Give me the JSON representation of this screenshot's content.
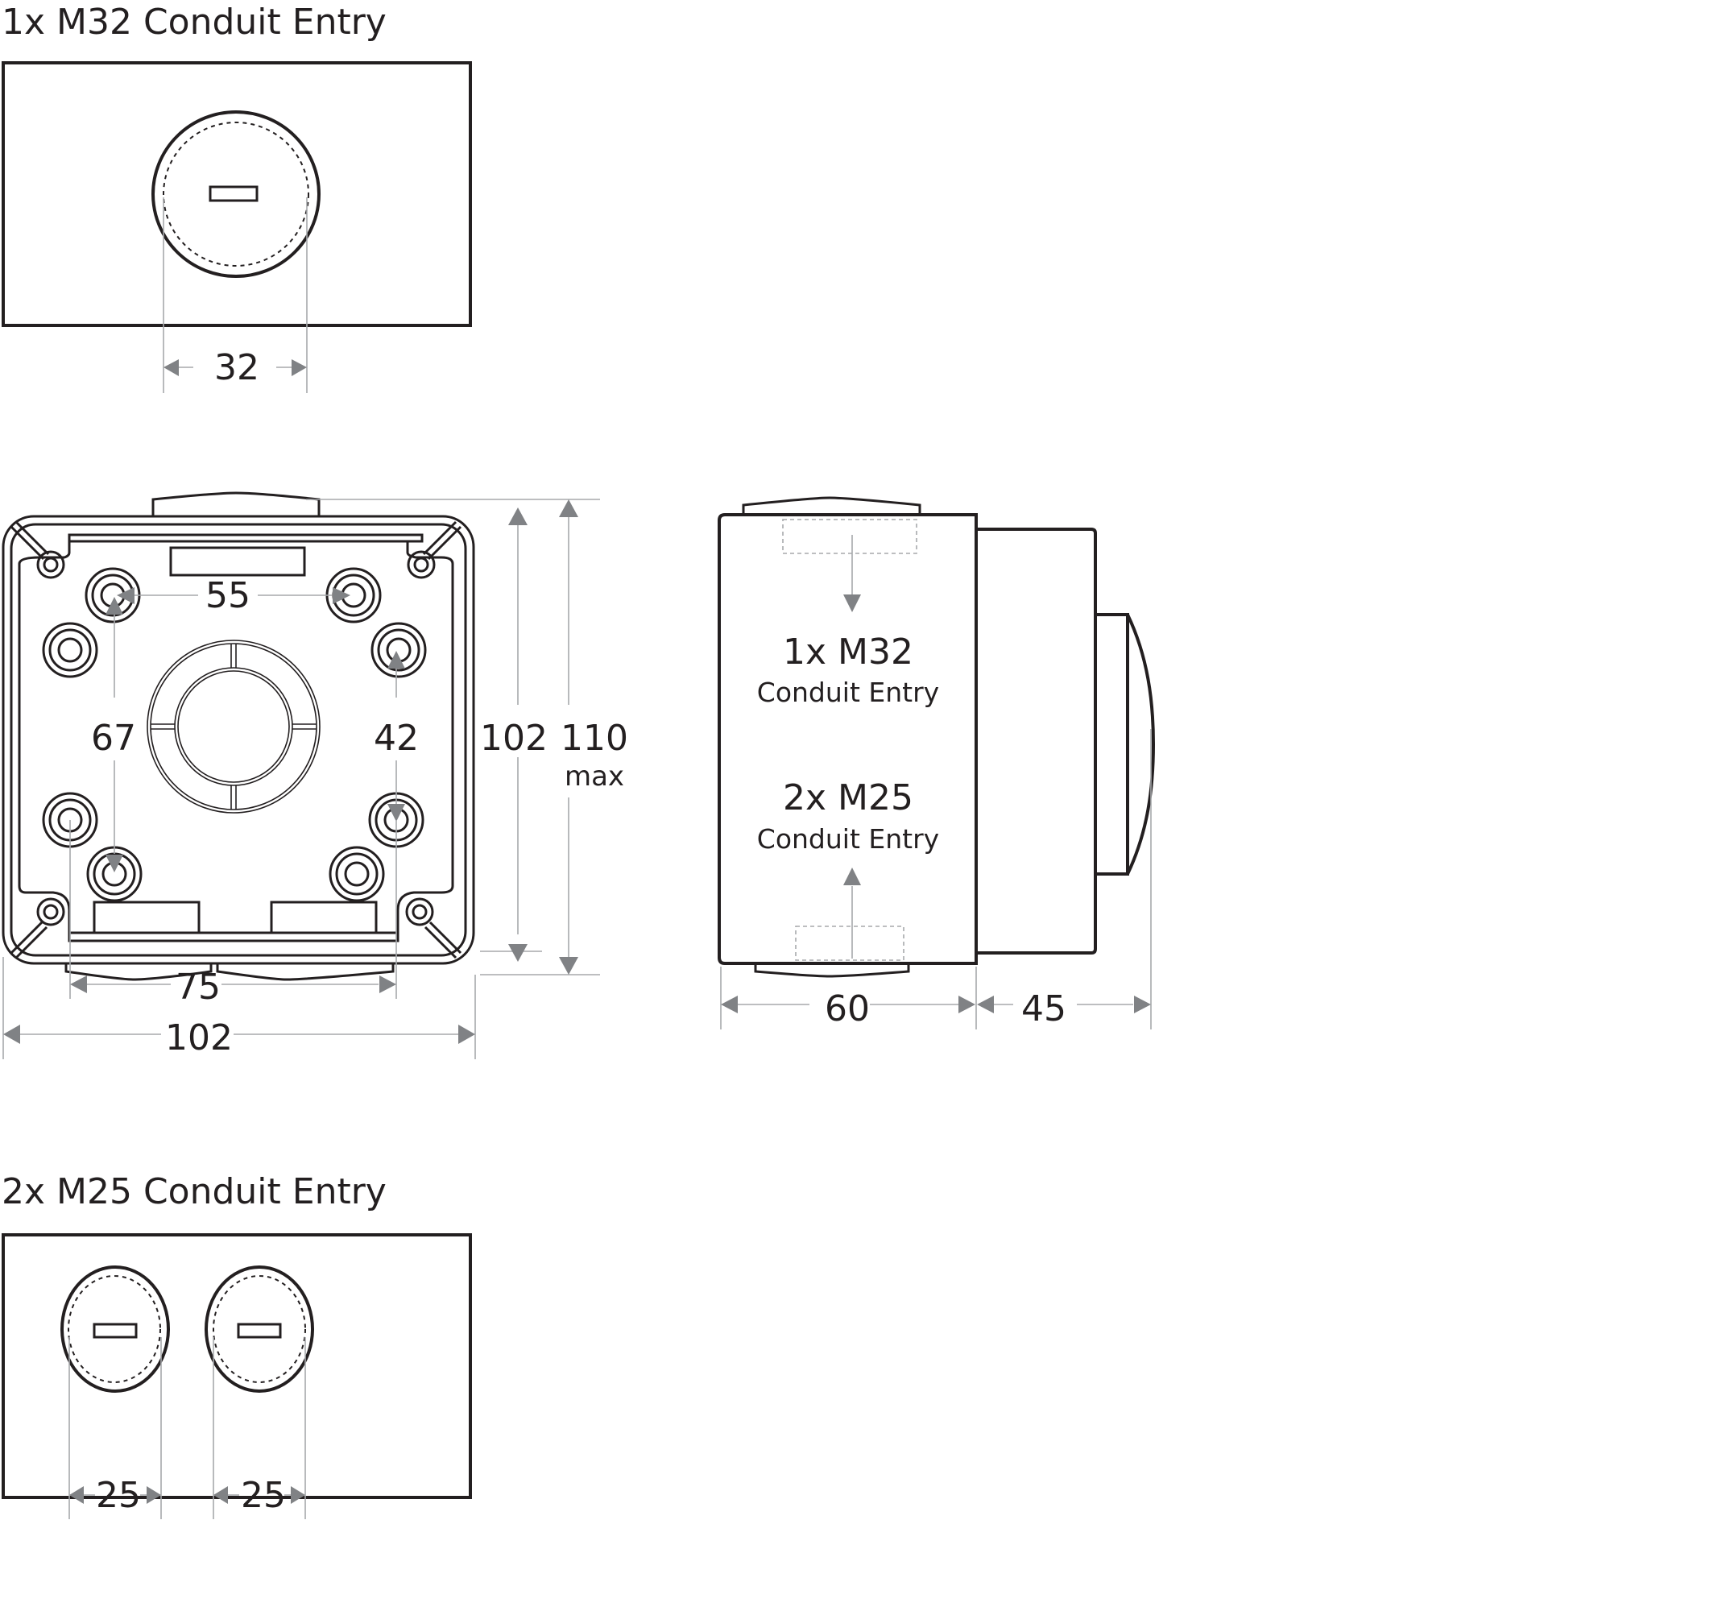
{
  "drawing": {
    "section_top": {
      "title": "1x M32 Conduit Entry",
      "dimension": "32"
    },
    "front_view": {
      "dim_mount_horizontal": "55",
      "dim_mount_vertical_left": "67",
      "dim_mount_vertical_right": "42",
      "dim_height": "102",
      "dim_height_max": "110",
      "dim_height_max_note": "max",
      "dim_mount_span": "75",
      "dim_width": "102"
    },
    "side_view": {
      "top_entry_label": "1x M32",
      "top_entry_sublabel": "Conduit Entry",
      "bottom_entry_label": "2x M25",
      "bottom_entry_sublabel": "Conduit Entry",
      "dim_body_depth": "60",
      "dim_lid_depth": "45"
    },
    "section_bottom": {
      "title": "2x M25 Conduit Entry",
      "dimension_left": "25",
      "dimension_right": "25"
    }
  },
  "colors": {
    "line": "#231f20",
    "dimension_line": "#a7a9ac",
    "arrow": "#808285",
    "background": "#ffffff"
  }
}
